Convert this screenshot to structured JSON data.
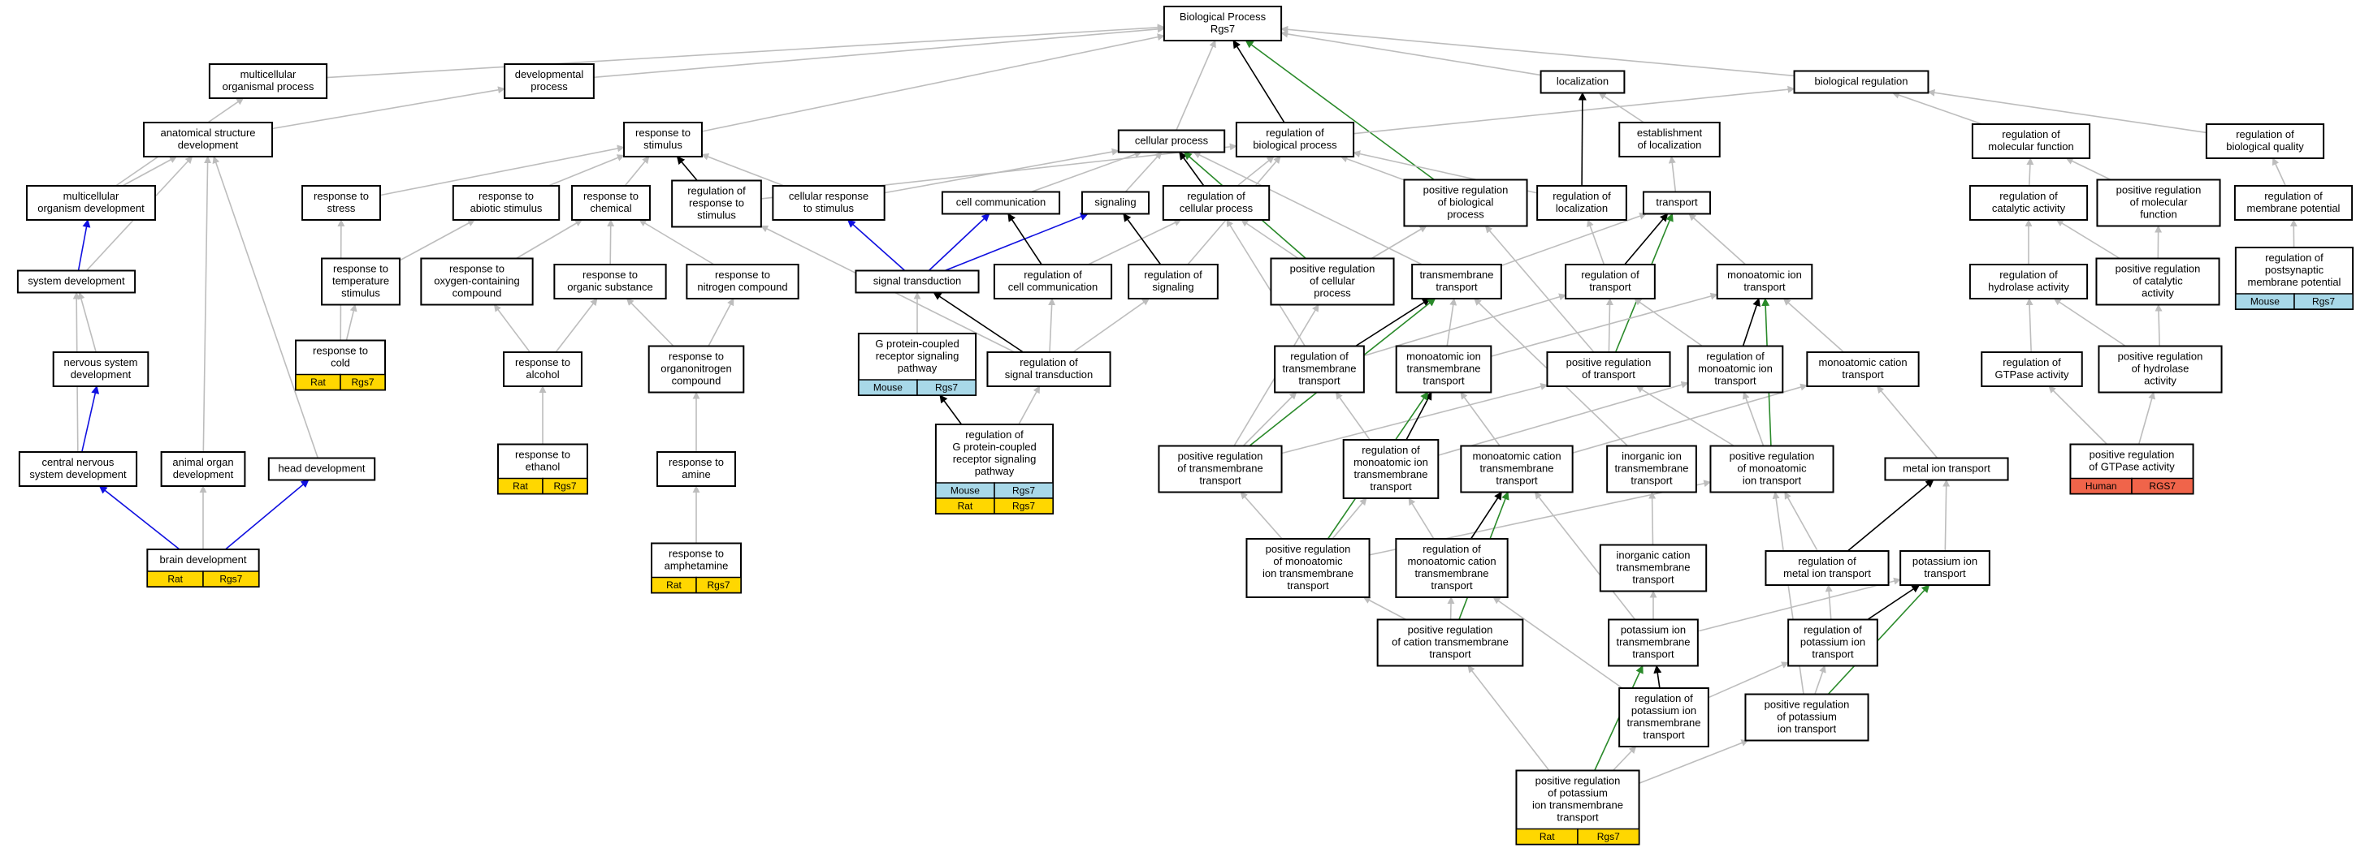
{
  "colors": {
    "gray": "#bdbdbd",
    "black": "#000000",
    "green": "#2a8a2a",
    "blue": "#1010e0",
    "rat": "#ffd700",
    "mouse": "#a8d8e8",
    "human": "#f0644a"
  },
  "nodes": {
    "root": {
      "lines": [
        "Biological Process",
        "Rgs7"
      ]
    },
    "multi_org": {
      "lines": [
        "multicellular",
        "organismal process"
      ]
    },
    "dev_proc": {
      "lines": [
        "developmental",
        "process"
      ]
    },
    "localization": {
      "lines": [
        "localization"
      ]
    },
    "bio_reg": {
      "lines": [
        "biological regulation"
      ]
    },
    "anat_dev": {
      "lines": [
        "anatomical structure",
        "development"
      ]
    },
    "resp_stim": {
      "lines": [
        "response to",
        "stimulus"
      ]
    },
    "cell_proc": {
      "lines": [
        "cellular process"
      ]
    },
    "reg_bio_proc": {
      "lines": [
        "regulation of",
        "biological process"
      ]
    },
    "est_loc": {
      "lines": [
        "establishment",
        "of localization"
      ]
    },
    "reg_mol_func": {
      "lines": [
        "regulation of",
        "molecular function"
      ]
    },
    "reg_bio_qual": {
      "lines": [
        "regulation of",
        "biological quality"
      ]
    },
    "multi_org_dev": {
      "lines": [
        "multicellular",
        "organism development"
      ]
    },
    "resp_stress": {
      "lines": [
        "response to",
        "stress"
      ]
    },
    "resp_abiotic": {
      "lines": [
        "response to",
        "abiotic stimulus"
      ]
    },
    "resp_chem": {
      "lines": [
        "response to",
        "chemical"
      ]
    },
    "reg_resp_stim": {
      "lines": [
        "regulation of",
        "response to",
        "stimulus"
      ]
    },
    "cell_resp_stim": {
      "lines": [
        "cellular response",
        "to stimulus"
      ]
    },
    "cell_comm": {
      "lines": [
        "cell communication"
      ]
    },
    "signaling": {
      "lines": [
        "signaling"
      ]
    },
    "reg_cell_proc": {
      "lines": [
        "regulation of",
        "cellular process"
      ]
    },
    "pos_reg_bio_proc": {
      "lines": [
        "positive regulation",
        "of biological",
        "process"
      ]
    },
    "reg_loc": {
      "lines": [
        "regulation of",
        "localization"
      ]
    },
    "transport": {
      "lines": [
        "transport"
      ]
    },
    "reg_cat_act": {
      "lines": [
        "regulation of",
        "catalytic activity"
      ]
    },
    "pos_reg_mol_func": {
      "lines": [
        "positive regulation",
        "of molecular",
        "function"
      ]
    },
    "reg_mem_pot": {
      "lines": [
        "regulation of",
        "membrane potential"
      ]
    },
    "sys_dev": {
      "lines": [
        "system development"
      ]
    },
    "resp_temp": {
      "lines": [
        "response to",
        "temperature",
        "stimulus"
      ]
    },
    "resp_oxy": {
      "lines": [
        "response to",
        "oxygen-containing",
        "compound"
      ]
    },
    "resp_org_sub": {
      "lines": [
        "response to",
        "organic substance"
      ]
    },
    "resp_nitro": {
      "lines": [
        "response to",
        "nitrogen compound"
      ]
    },
    "sig_trans": {
      "lines": [
        "signal transduction"
      ]
    },
    "reg_cell_comm": {
      "lines": [
        "regulation of",
        "cell communication"
      ]
    },
    "reg_signaling": {
      "lines": [
        "regulation of",
        "signaling"
      ]
    },
    "pos_reg_cell_proc": {
      "lines": [
        "positive regulation",
        "of cellular",
        "process"
      ]
    },
    "tm_transport": {
      "lines": [
        "transmembrane",
        "transport"
      ]
    },
    "reg_transport": {
      "lines": [
        "regulation of",
        "transport"
      ]
    },
    "mono_ion_trans": {
      "lines": [
        "monoatomic ion",
        "transport"
      ]
    },
    "reg_hydro_act": {
      "lines": [
        "regulation of",
        "hydrolase activity"
      ]
    },
    "pos_reg_cat_act": {
      "lines": [
        "positive regulation",
        "of catalytic",
        "activity"
      ]
    },
    "reg_post_mem_pot": {
      "lines": [
        "regulation of",
        "postsynaptic",
        "membrane potential"
      ],
      "species": [
        [
          "Mouse",
          "Rgs7"
        ]
      ]
    },
    "nerv_sys_dev": {
      "lines": [
        "nervous system",
        "development"
      ]
    },
    "resp_cold": {
      "lines": [
        "response to",
        "cold"
      ],
      "species": [
        [
          "Rat",
          "Rgs7"
        ]
      ]
    },
    "resp_alcohol": {
      "lines": [
        "response to",
        "alcohol"
      ]
    },
    "resp_organonitro": {
      "lines": [
        "response to",
        "organonitrogen",
        "compound"
      ]
    },
    "gpcr_path": {
      "lines": [
        "G protein-coupled",
        "receptor signaling",
        "pathway"
      ],
      "species": [
        [
          "Mouse",
          "Rgs7"
        ]
      ]
    },
    "reg_sig_trans": {
      "lines": [
        "regulation of",
        "signal transduction"
      ]
    },
    "reg_tm_trans": {
      "lines": [
        "regulation of",
        "transmembrane",
        "transport"
      ]
    },
    "mono_ion_tm_trans": {
      "lines": [
        "monoatomic ion",
        "transmembrane",
        "transport"
      ]
    },
    "pos_reg_transport": {
      "lines": [
        "positive regulation",
        "of transport"
      ]
    },
    "reg_mono_ion_trans": {
      "lines": [
        "regulation of",
        "monoatomic ion",
        "transport"
      ]
    },
    "mono_cat_trans": {
      "lines": [
        "monoatomic cation",
        "transport"
      ]
    },
    "reg_gtpase": {
      "lines": [
        "regulation of",
        "GTPase activity"
      ]
    },
    "pos_reg_hydro": {
      "lines": [
        "positive regulation",
        "of hydrolase",
        "activity"
      ]
    },
    "cns_dev": {
      "lines": [
        "central nervous",
        "system development"
      ]
    },
    "animal_organ_dev": {
      "lines": [
        "animal organ",
        "development"
      ]
    },
    "head_dev": {
      "lines": [
        "head development"
      ]
    },
    "resp_ethanol": {
      "lines": [
        "response to",
        "ethanol"
      ],
      "species": [
        [
          "Rat",
          "Rgs7"
        ]
      ]
    },
    "resp_amine": {
      "lines": [
        "response to",
        "amine"
      ]
    },
    "reg_gpcr": {
      "lines": [
        "regulation of",
        "G protein-coupled",
        "receptor signaling",
        "pathway"
      ],
      "species": [
        [
          "Mouse",
          "Rgs7"
        ],
        [
          "Rat",
          "Rgs7"
        ]
      ]
    },
    "pos_reg_tm_trans": {
      "lines": [
        "positive regulation",
        "of transmembrane",
        "transport"
      ]
    },
    "reg_mono_ion_tm": {
      "lines": [
        "regulation of",
        "monoatomic ion",
        "transmembrane",
        "transport"
      ]
    },
    "mono_cat_tm_trans": {
      "lines": [
        "monoatomic cation",
        "transmembrane",
        "transport"
      ]
    },
    "inorg_ion_tm": {
      "lines": [
        "inorganic ion",
        "transmembrane",
        "transport"
      ]
    },
    "pos_reg_mono_ion": {
      "lines": [
        "positive regulation",
        "of monoatomic",
        "ion transport"
      ]
    },
    "metal_ion_trans": {
      "lines": [
        "metal ion transport"
      ]
    },
    "pos_reg_gtpase": {
      "lines": [
        "positive regulation",
        "of GTPase activity"
      ],
      "species": [
        [
          "Human",
          "RGS7"
        ]
      ]
    },
    "brain_dev": {
      "lines": [
        "brain development"
      ],
      "species": [
        [
          "Rat",
          "Rgs7"
        ]
      ]
    },
    "resp_amphet": {
      "lines": [
        "response to",
        "amphetamine"
      ],
      "species": [
        [
          "Rat",
          "Rgs7"
        ]
      ]
    },
    "pos_reg_mono_ion_tm": {
      "lines": [
        "positive regulation",
        "of monoatomic",
        "ion transmembrane",
        "transport"
      ]
    },
    "reg_mono_cat_tm": {
      "lines": [
        "regulation of",
        "monoatomic cation",
        "transmembrane",
        "transport"
      ]
    },
    "inorg_cat_tm": {
      "lines": [
        "inorganic cation",
        "transmembrane",
        "transport"
      ]
    },
    "reg_metal_ion": {
      "lines": [
        "regulation of",
        "metal ion transport"
      ]
    },
    "pot_ion_trans": {
      "lines": [
        "potassium ion",
        "transport"
      ]
    },
    "pos_reg_cat_tm": {
      "lines": [
        "positive regulation",
        "of cation transmembrane",
        "transport"
      ]
    },
    "pot_ion_tm": {
      "lines": [
        "potassium ion",
        "transmembrane",
        "transport"
      ]
    },
    "reg_pot_ion_trans": {
      "lines": [
        "regulation of",
        "potassium ion",
        "transport"
      ]
    },
    "reg_pot_ion_tm": {
      "lines": [
        "regulation of",
        "potassium ion",
        "transmembrane",
        "transport"
      ]
    },
    "pos_reg_pot_ion": {
      "lines": [
        "positive regulation",
        "of potassium",
        "ion transport"
      ]
    },
    "pos_reg_pot_ion_tm": {
      "lines": [
        "positive regulation",
        "of potassium",
        "ion transmembrane",
        "transport"
      ],
      "species": [
        [
          "Rat",
          "Rgs7"
        ]
      ]
    }
  },
  "edges": [
    [
      "multi_org",
      "root",
      "gray"
    ],
    [
      "dev_proc",
      "root",
      "gray"
    ],
    [
      "resp_stim",
      "root",
      "gray"
    ],
    [
      "cell_proc",
      "root",
      "gray"
    ],
    [
      "reg_bio_proc",
      "root",
      "black"
    ],
    [
      "pos_reg_bio_proc",
      "root",
      "green"
    ],
    [
      "localization",
      "root",
      "gray"
    ],
    [
      "bio_reg",
      "root",
      "gray"
    ],
    [
      "anat_dev",
      "dev_proc",
      "gray"
    ],
    [
      "multi_org_dev",
      "multi_org",
      "gray"
    ],
    [
      "multi_org_dev",
      "anat_dev",
      "gray"
    ],
    [
      "sys_dev",
      "multi_org_dev",
      "blue"
    ],
    [
      "sys_dev",
      "anat_dev",
      "gray"
    ],
    [
      "nerv_sys_dev",
      "sys_dev",
      "gray"
    ],
    [
      "cns_dev",
      "nerv_sys_dev",
      "blue"
    ],
    [
      "cns_dev",
      "sys_dev",
      "gray"
    ],
    [
      "animal_organ_dev",
      "anat_dev",
      "gray"
    ],
    [
      "head_dev",
      "anat_dev",
      "gray"
    ],
    [
      "brain_dev",
      "cns_dev",
      "blue"
    ],
    [
      "brain_dev",
      "head_dev",
      "blue"
    ],
    [
      "brain_dev",
      "animal_organ_dev",
      "gray"
    ],
    [
      "resp_stress",
      "resp_stim",
      "gray"
    ],
    [
      "resp_abiotic",
      "resp_stim",
      "gray"
    ],
    [
      "resp_chem",
      "resp_stim",
      "gray"
    ],
    [
      "reg_resp_stim",
      "resp_stim",
      "black"
    ],
    [
      "reg_resp_stim",
      "reg_bio_proc",
      "gray"
    ],
    [
      "cell_resp_stim",
      "resp_stim",
      "gray"
    ],
    [
      "cell_resp_stim",
      "cell_proc",
      "gray"
    ],
    [
      "resp_temp",
      "resp_abiotic",
      "gray"
    ],
    [
      "resp_cold",
      "resp_temp",
      "gray"
    ],
    [
      "resp_cold",
      "resp_stress",
      "gray"
    ],
    [
      "resp_oxy",
      "resp_chem",
      "gray"
    ],
    [
      "resp_org_sub",
      "resp_chem",
      "gray"
    ],
    [
      "resp_nitro",
      "resp_chem",
      "gray"
    ],
    [
      "resp_alcohol",
      "resp_oxy",
      "gray"
    ],
    [
      "resp_alcohol",
      "resp_org_sub",
      "gray"
    ],
    [
      "resp_ethanol",
      "resp_alcohol",
      "gray"
    ],
    [
      "resp_organonitro",
      "resp_org_sub",
      "gray"
    ],
    [
      "resp_organonitro",
      "resp_nitro",
      "gray"
    ],
    [
      "resp_amine",
      "resp_organonitro",
      "gray"
    ],
    [
      "resp_amphet",
      "resp_amine",
      "gray"
    ],
    [
      "cell_comm",
      "cell_proc",
      "gray"
    ],
    [
      "signaling",
      "cell_proc",
      "gray"
    ],
    [
      "reg_cell_proc",
      "cell_proc",
      "black"
    ],
    [
      "reg_cell_proc",
      "reg_bio_proc",
      "gray"
    ],
    [
      "pos_reg_cell_proc",
      "cell_proc",
      "green"
    ],
    [
      "pos_reg_cell_proc",
      "reg_cell_proc",
      "gray"
    ],
    [
      "pos_reg_cell_proc",
      "pos_reg_bio_proc",
      "gray"
    ],
    [
      "pos_reg_bio_proc",
      "reg_bio_proc",
      "gray"
    ],
    [
      "sig_trans",
      "cell_resp_stim",
      "blue"
    ],
    [
      "sig_trans",
      "cell_comm",
      "blue"
    ],
    [
      "sig_trans",
      "signaling",
      "blue"
    ],
    [
      "reg_cell_comm",
      "cell_comm",
      "black"
    ],
    [
      "reg_cell_comm",
      "reg_cell_proc",
      "gray"
    ],
    [
      "reg_signaling",
      "signaling",
      "black"
    ],
    [
      "reg_signaling",
      "reg_bio_proc",
      "gray"
    ],
    [
      "gpcr_path",
      "sig_trans",
      "gray"
    ],
    [
      "reg_sig_trans",
      "sig_trans",
      "black"
    ],
    [
      "reg_sig_trans",
      "reg_cell_comm",
      "gray"
    ],
    [
      "reg_sig_trans",
      "reg_signaling",
      "gray"
    ],
    [
      "reg_sig_trans",
      "reg_resp_stim",
      "gray"
    ],
    [
      "reg_gpcr",
      "gpcr_path",
      "black"
    ],
    [
      "reg_gpcr",
      "reg_sig_trans",
      "gray"
    ],
    [
      "reg_bio_proc",
      "bio_reg",
      "gray"
    ],
    [
      "est_loc",
      "localization",
      "gray"
    ],
    [
      "reg_loc",
      "localization",
      "black"
    ],
    [
      "reg_loc",
      "reg_bio_proc",
      "gray"
    ],
    [
      "transport",
      "est_loc",
      "gray"
    ],
    [
      "tm_transport",
      "transport",
      "gray"
    ],
    [
      "tm_transport",
      "cell_proc",
      "gray"
    ],
    [
      "reg_transport",
      "transport",
      "black"
    ],
    [
      "reg_transport",
      "reg_loc",
      "gray"
    ],
    [
      "mono_ion_trans",
      "transport",
      "gray"
    ],
    [
      "pos_reg_transport",
      "transport",
      "green"
    ],
    [
      "pos_reg_transport",
      "reg_transport",
      "gray"
    ],
    [
      "pos_reg_transport",
      "pos_reg_bio_proc",
      "gray"
    ],
    [
      "reg_tm_trans",
      "tm_transport",
      "black"
    ],
    [
      "reg_tm_trans",
      "reg_transport",
      "gray"
    ],
    [
      "reg_tm_trans",
      "reg_cell_proc",
      "gray"
    ],
    [
      "mono_ion_tm_trans",
      "tm_transport",
      "gray"
    ],
    [
      "mono_ion_tm_trans",
      "mono_ion_trans",
      "gray"
    ],
    [
      "reg_mono_ion_trans",
      "mono_ion_trans",
      "black"
    ],
    [
      "reg_mono_ion_trans",
      "reg_transport",
      "gray"
    ],
    [
      "mono_cat_trans",
      "mono_ion_trans",
      "gray"
    ],
    [
      "pos_reg_tm_trans",
      "tm_transport",
      "green"
    ],
    [
      "pos_reg_tm_trans",
      "reg_tm_trans",
      "gray"
    ],
    [
      "pos_reg_tm_trans",
      "pos_reg_transport",
      "gray"
    ],
    [
      "pos_reg_tm_trans",
      "pos_reg_cell_proc",
      "gray"
    ],
    [
      "reg_mono_ion_tm",
      "mono_ion_tm_trans",
      "black"
    ],
    [
      "reg_mono_ion_tm",
      "reg_tm_trans",
      "gray"
    ],
    [
      "reg_mono_ion_tm",
      "reg_mono_ion_trans",
      "gray"
    ],
    [
      "mono_cat_tm_trans",
      "mono_ion_tm_trans",
      "gray"
    ],
    [
      "mono_cat_tm_trans",
      "mono_cat_trans",
      "gray"
    ],
    [
      "inorg_ion_tm",
      "tm_transport",
      "gray"
    ],
    [
      "pos_reg_mono_ion",
      "mono_ion_trans",
      "green"
    ],
    [
      "pos_reg_mono_ion",
      "reg_mono_ion_trans",
      "gray"
    ],
    [
      "pos_reg_mono_ion",
      "pos_reg_transport",
      "gray"
    ],
    [
      "metal_ion_trans",
      "mono_cat_trans",
      "gray"
    ],
    [
      "pos_reg_mono_ion_tm",
      "mono_ion_tm_trans",
      "green"
    ],
    [
      "pos_reg_mono_ion_tm",
      "reg_mono_ion_tm",
      "gray"
    ],
    [
      "pos_reg_mono_ion_tm",
      "pos_reg_tm_trans",
      "gray"
    ],
    [
      "pos_reg_mono_ion_tm",
      "pos_reg_mono_ion",
      "gray"
    ],
    [
      "reg_mono_cat_tm",
      "mono_cat_tm_trans",
      "black"
    ],
    [
      "reg_mono_cat_tm",
      "reg_mono_ion_tm",
      "gray"
    ],
    [
      "inorg_cat_tm",
      "inorg_ion_tm",
      "gray"
    ],
    [
      "reg_metal_ion",
      "metal_ion_trans",
      "black"
    ],
    [
      "reg_metal_ion",
      "pos_reg_mono_ion",
      "gray"
    ],
    [
      "pot_ion_trans",
      "metal_ion_trans",
      "gray"
    ],
    [
      "pos_reg_cat_tm",
      "mono_cat_tm_trans",
      "green"
    ],
    [
      "pos_reg_cat_tm",
      "reg_mono_cat_tm",
      "gray"
    ],
    [
      "pos_reg_cat_tm",
      "pos_reg_mono_ion_tm",
      "gray"
    ],
    [
      "pot_ion_tm",
      "inorg_cat_tm",
      "gray"
    ],
    [
      "pot_ion_tm",
      "pot_ion_trans",
      "gray"
    ],
    [
      "pot_ion_tm",
      "mono_cat_tm_trans",
      "gray"
    ],
    [
      "reg_pot_ion_trans",
      "pot_ion_trans",
      "black"
    ],
    [
      "reg_pot_ion_trans",
      "reg_metal_ion",
      "gray"
    ],
    [
      "reg_pot_ion_tm",
      "pot_ion_tm",
      "black"
    ],
    [
      "reg_pot_ion_tm",
      "reg_pot_ion_trans",
      "gray"
    ],
    [
      "reg_pot_ion_tm",
      "reg_mono_cat_tm",
      "gray"
    ],
    [
      "pos_reg_pot_ion",
      "pot_ion_trans",
      "green"
    ],
    [
      "pos_reg_pot_ion",
      "reg_pot_ion_trans",
      "gray"
    ],
    [
      "pos_reg_pot_ion",
      "pos_reg_mono_ion",
      "gray"
    ],
    [
      "pos_reg_pot_ion_tm",
      "pot_ion_tm",
      "green"
    ],
    [
      "pos_reg_pot_ion_tm",
      "reg_pot_ion_tm",
      "gray"
    ],
    [
      "pos_reg_pot_ion_tm",
      "pos_reg_pot_ion",
      "gray"
    ],
    [
      "pos_reg_pot_ion_tm",
      "pos_reg_cat_tm",
      "gray"
    ],
    [
      "reg_mol_func",
      "bio_reg",
      "gray"
    ],
    [
      "reg_bio_qual",
      "bio_reg",
      "gray"
    ],
    [
      "reg_cat_act",
      "reg_mol_func",
      "gray"
    ],
    [
      "pos_reg_mol_func",
      "reg_mol_func",
      "gray"
    ],
    [
      "reg_hydro_act",
      "reg_cat_act",
      "gray"
    ],
    [
      "pos_reg_cat_act",
      "reg_cat_act",
      "gray"
    ],
    [
      "pos_reg_cat_act",
      "pos_reg_mol_func",
      "gray"
    ],
    [
      "reg_gtpase",
      "reg_hydro_act",
      "gray"
    ],
    [
      "pos_reg_hydro",
      "reg_hydro_act",
      "gray"
    ],
    [
      "pos_reg_hydro",
      "pos_reg_cat_act",
      "gray"
    ],
    [
      "pos_reg_gtpase",
      "reg_gtpase",
      "gray"
    ],
    [
      "pos_reg_gtpase",
      "pos_reg_hydro",
      "gray"
    ],
    [
      "reg_mem_pot",
      "reg_bio_qual",
      "gray"
    ],
    [
      "reg_post_mem_pot",
      "reg_mem_pot",
      "gray"
    ]
  ]
}
